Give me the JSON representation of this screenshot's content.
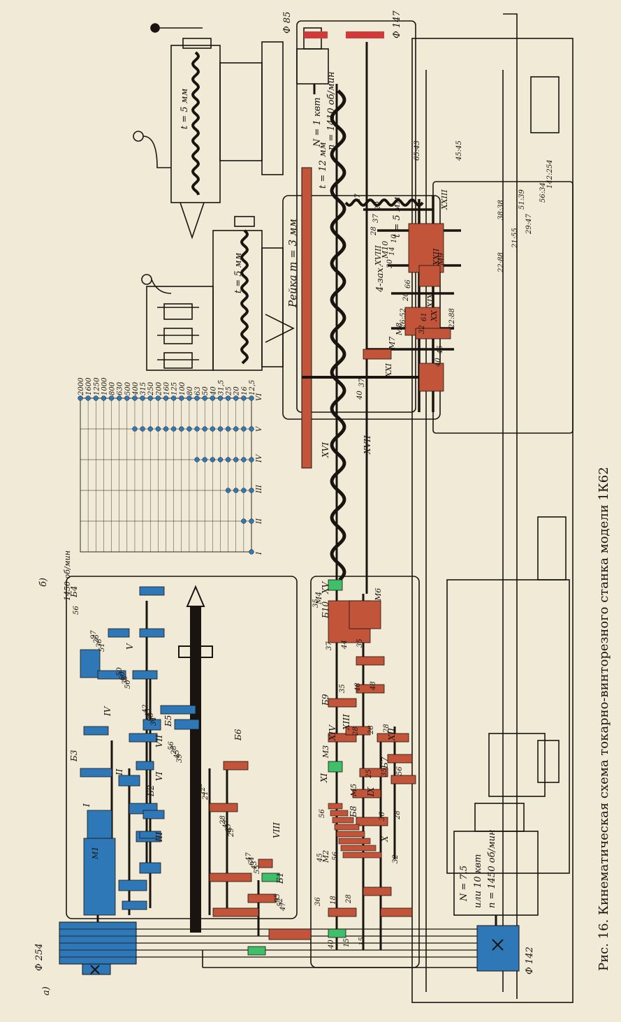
{
  "caption": "Рис. 16. Кинематическая схема токарно-винторезного станка модели 1К62",
  "panel_labels": {
    "a": "а)",
    "b": "б)"
  },
  "colors": {
    "paper": "#f1ead7",
    "ink": "#1a1410",
    "spindle_gears": "#2f78b8",
    "feed_gears": "#c2543a",
    "clutch": "#3fbf6a",
    "pulley": "#d23a3a"
  },
  "motors": {
    "main": {
      "power": "N = 7,5",
      "alt": "или 10 квт",
      "speed": "n = 1450 об/мин",
      "pulley": "Ф 142"
    },
    "rapid": {
      "power": "N = 1 квт",
      "speed": "n = 1410 об/мин"
    }
  },
  "pulleys": {
    "spindle": "Ф 254",
    "rapid_small": "Ф 85",
    "rapid_large": "Ф 147"
  },
  "screw_labels": {
    "tailstock": "t = 5 мм",
    "carriage_screw": "t = 5 мм",
    "lead_screw": "t = 12 мм",
    "cross_screw": "t = 5 мм",
    "rack": "Рейка m = 3 мм",
    "worm": "4-зах."
  },
  "shafts_headstock": [
    "I",
    "II",
    "III",
    "IV",
    "V",
    "VI",
    "VII",
    "VIII"
  ],
  "shafts_feed": [
    "IX",
    "X",
    "XI",
    "XII",
    "XIII",
    "XIV",
    "XV",
    "XVI",
    "XVII"
  ],
  "shafts_apron": [
    "XVIII",
    "XIX",
    "XX",
    "XXI",
    "XXII",
    "XXIII"
  ],
  "blocks": [
    "Б1",
    "Б2",
    "Б3",
    "Б4",
    "Б5",
    "Б6",
    "Б7",
    "Б8",
    "Б9",
    "Б10"
  ],
  "clutches": [
    "М1",
    "М2",
    "М3",
    "М4",
    "М5",
    "М6",
    "М7",
    "М8",
    "М9",
    "М10"
  ],
  "gear_numbers_headstock": [
    "56",
    "51",
    "50",
    "34",
    "39",
    "21",
    "29",
    "55",
    "47",
    "38",
    "36",
    "88",
    "45",
    "22",
    "65",
    "43",
    "52",
    "26",
    "60",
    "45",
    "28",
    "35",
    "42",
    "64",
    "95",
    "97",
    "50",
    "42",
    "56",
    "35",
    "28",
    "47"
  ],
  "gear_numbers_feed": [
    "35",
    "37",
    "35",
    "28",
    "25",
    "36",
    "32",
    "36",
    "40",
    "44",
    "48",
    "28",
    "35",
    "28",
    "45",
    "18",
    "15",
    "35",
    "48",
    "28",
    "56",
    "56",
    "56",
    "28",
    "15"
  ],
  "gear_numbers_apron": [
    "27",
    "28",
    "30",
    "20",
    "32",
    "40",
    "40",
    "37",
    "14",
    "66",
    "61",
    "45",
    "37",
    "20",
    "10"
  ],
  "speed_chart": {
    "input": "1450 об/мин",
    "rpm": [
      "2000",
      "1600",
      "1250",
      "1000",
      "800",
      "630",
      "500",
      "400",
      "315",
      "250",
      "200",
      "160",
      "125",
      "100",
      "80",
      "63",
      "50",
      "40",
      "31,5",
      "25",
      "20",
      "16",
      "12,5"
    ],
    "columns": [
      "I",
      "II",
      "III",
      "IV",
      "V",
      "VI"
    ],
    "ratios": [
      "142:254",
      "56:34",
      "51:39",
      "38:38",
      "29:47",
      "21:55",
      "45:45",
      "22:88",
      "22:88",
      "65:43",
      "26:52"
    ]
  }
}
